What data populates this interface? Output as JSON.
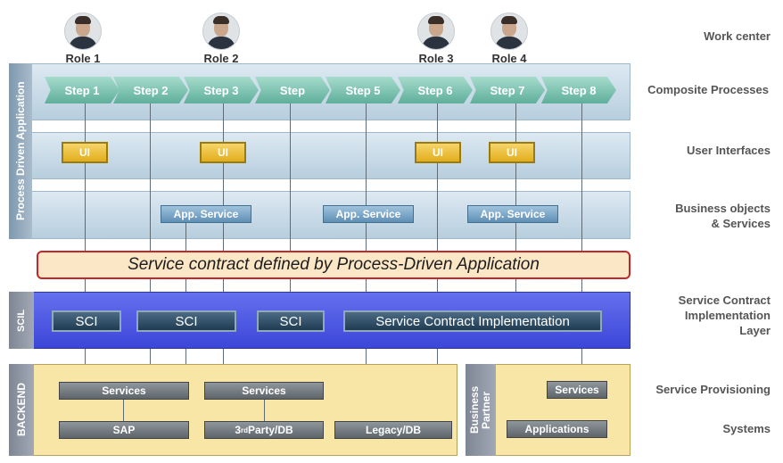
{
  "roles": [
    "Role 1",
    "Role 2",
    "Role 3",
    "Role 4"
  ],
  "layers": {
    "work_center": "Work center",
    "composite": "Composite Processes",
    "ui": "User Interfaces",
    "bo": "Business objects\n& Services",
    "scil_label": "Service Contract\nImplementation\nLayer",
    "provisioning": "Service Provisioning",
    "systems": "Systems"
  },
  "side_labels": {
    "pda": "Process Driven Application",
    "scil": "SCIL",
    "backend": "BACKEND",
    "partner": "Business\nPartner"
  },
  "steps": [
    "Step 1",
    "Step 2",
    "Step 3",
    "Step",
    "Step 5",
    "Step 6",
    "Step 7",
    "Step 8"
  ],
  "ui_label": "UI",
  "app_service": "App. Service",
  "contract_banner": "Service contract defined by Process-Driven Application",
  "sci": "SCI",
  "sci_impl": "Service Contract Implementation",
  "backend": {
    "services": "Services",
    "sap": "SAP",
    "third_party_sup": "rd",
    "third_party_pre": "3",
    "third_party_post": " Party/DB",
    "legacy": "Legacy/DB"
  },
  "partner": {
    "services": "Services",
    "applications": "Applications"
  },
  "colors": {
    "step": "#5fae9b",
    "ui": "#e2ad1b",
    "scil": "#4f59e6",
    "backend": "#f8e6a6",
    "banner_border": "#c0282d",
    "banner_bg": "#fbe6c6"
  }
}
